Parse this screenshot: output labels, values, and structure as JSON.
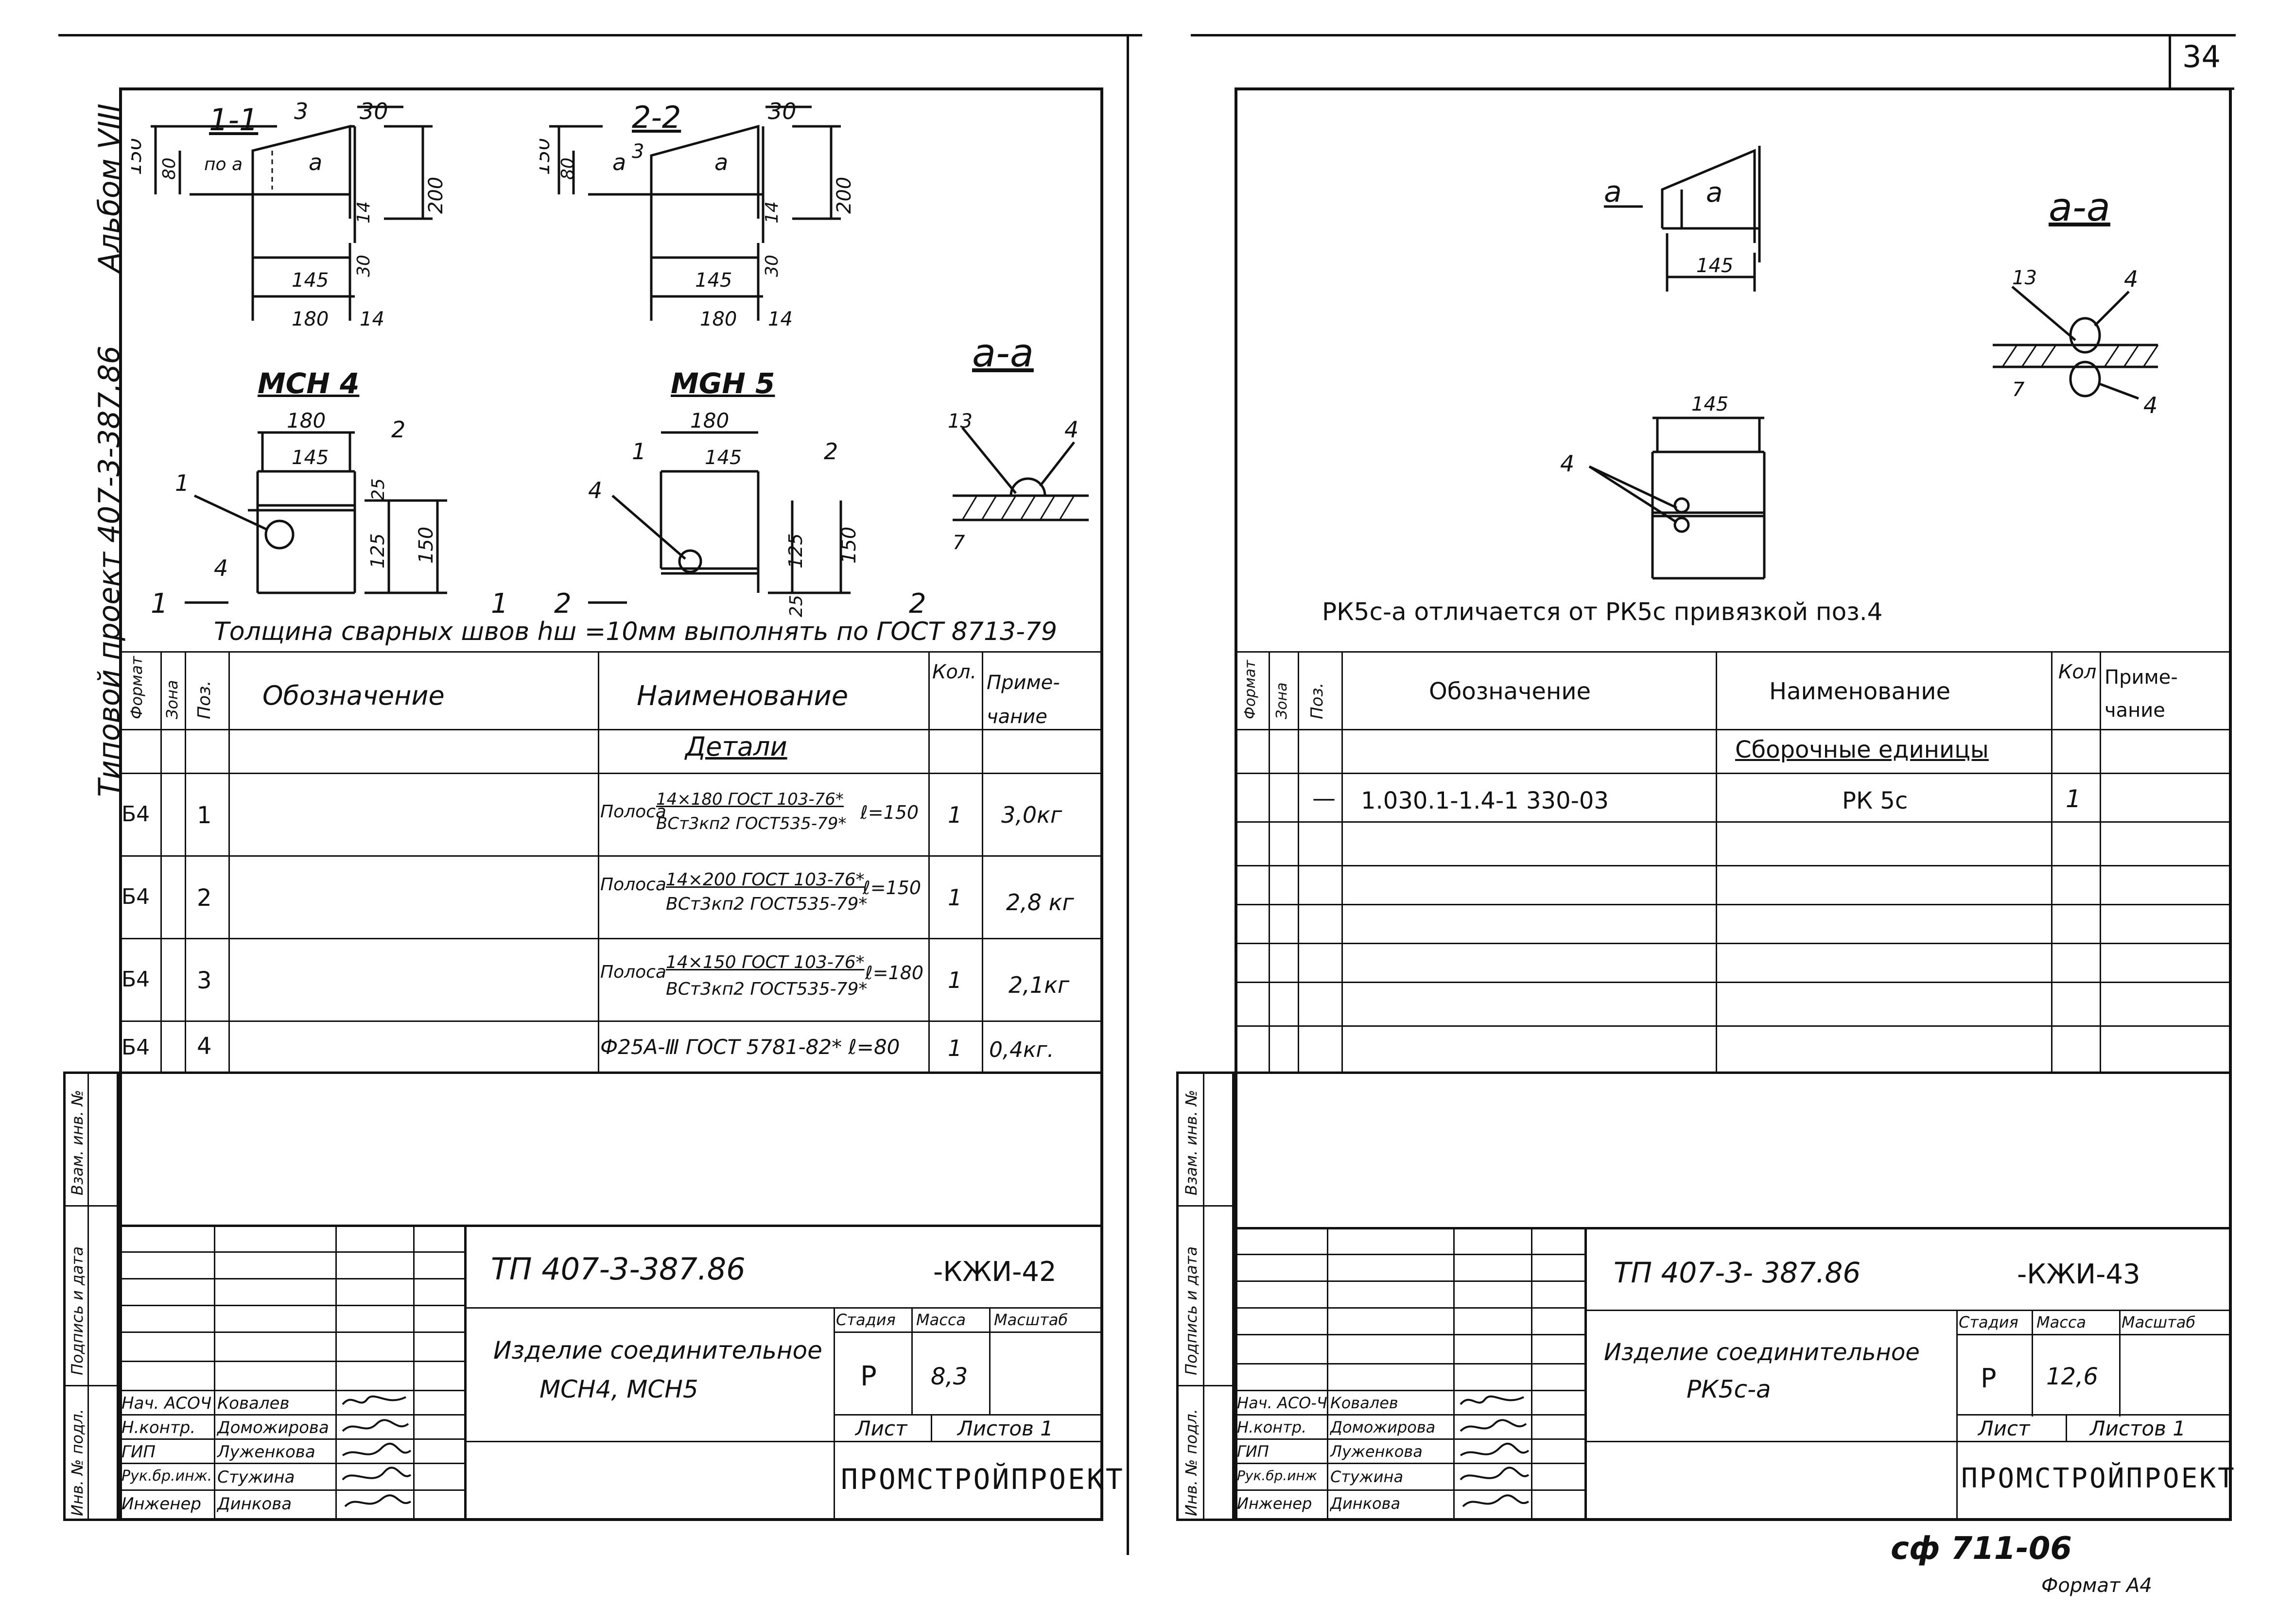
{
  "page_number": "34",
  "left": {
    "album_label": "Альбом VIII",
    "project_label": "Типовой проект 407-3-387.86",
    "section_1_1": "1-1",
    "section_2_2": "2-2",
    "mgn4_title": "МСН 4",
    "mgn5_title": "МGН 5",
    "aa_title": "а-а",
    "dims": {
      "d30": "30",
      "d3": "3",
      "d150": "150",
      "d80": "80",
      "pa": "по а",
      "a": "а",
      "d200": "200",
      "d14": "14",
      "d145": "145",
      "d180": "180",
      "d25": "25",
      "d125": "125",
      "d1": "1",
      "d2": "2",
      "d4": "4",
      "d13": "13",
      "d7": "7"
    },
    "weld_note": "Толщина сварных швов hш =10мм выполнять по ГОСТ 8713-79",
    "table": {
      "headers": [
        "Формат",
        "Зона",
        "Поз.",
        "Обозначение",
        "Наименование",
        "Кол.",
        "Приме-чание"
      ],
      "section_title": "Детали",
      "rows": [
        {
          "format": "Б4",
          "pos": "1",
          "name_top": "14×180 ГОСТ 103-76*",
          "name_prefix": "Полоса",
          "name_bottom": "ВСт3кп2 ГОСТ535-79*",
          "length": "ℓ=150",
          "qty": "1",
          "note": "3,0кг"
        },
        {
          "format": "Б4",
          "pos": "2",
          "name_top": "14×200 ГОСТ 103-76*",
          "name_prefix": "Полоса",
          "name_bottom": "ВСт3кп2 ГОСТ535-79*",
          "length": "ℓ=150",
          "qty": "1",
          "note": "2,8 кг"
        },
        {
          "format": "Б4",
          "pos": "3",
          "name_top": "14×150 ГОСТ 103-76*",
          "name_prefix": "Полоса",
          "name_bottom": "ВСт3кп2 ГОСТ535-79*",
          "length": "ℓ=180",
          "qty": "1",
          "note": "2,1кг"
        },
        {
          "format": "Б4",
          "pos": "4",
          "name_full": "Ф25А-Ⅲ ГОСТ 5781-82*  ℓ=80",
          "qty": "1",
          "note": "0,4кг."
        }
      ]
    },
    "side_labels": [
      "Взам. инв. №",
      "Подпись и дата",
      "Инв. № подл."
    ],
    "stamp": {
      "code": "ТП 407-3-387.86",
      "sheet_code": "-КЖИ-42",
      "title_line1": "Изделие соединительное",
      "title_line2": "МСН4, МСН5",
      "stage_label": "Стадия",
      "mass_label": "Масса",
      "scale_label": "Масштаб",
      "stage": "Р",
      "mass": "8,3",
      "sheet_label": "Лист",
      "sheets_label": "Листов 1",
      "org": "ПРОМСТРОЙПРОЕКТ",
      "people": [
        {
          "role": "Нач. АСОЧ",
          "name": "Ковалев"
        },
        {
          "role": "Н.контр.",
          "name": "Доможирова"
        },
        {
          "role": "ГИП",
          "name": "Луженкова"
        },
        {
          "role": "Рук.бр.инж.",
          "name": "Стужина"
        },
        {
          "role": "Инженер",
          "name": "Динкова"
        }
      ]
    }
  },
  "right": {
    "aa_title": "а-а",
    "dims": {
      "a": "а",
      "d145": "145",
      "d13": "13",
      "d4": "4",
      "d7": "7"
    },
    "note": "РК5с-а отличается от РК5с привязкой поз.4",
    "table": {
      "headers": [
        "Формат",
        "Зона",
        "Поз.",
        "Обозначение",
        "Наименование",
        "Кол",
        "Приме-чание"
      ],
      "section_title": "Сборочные единицы",
      "row": {
        "pos": "—",
        "designation": "1.030.1-1.4-1  330-03",
        "name": "РК 5с",
        "qty": "1"
      }
    },
    "side_labels": [
      "Взам. инв. №",
      "Подпись и дата",
      "Инв. № подл."
    ],
    "stamp": {
      "code": "ТП 407-3- 387.86",
      "sheet_code": "-КЖИ-43",
      "title_line1": "Изделие соединительное",
      "title_line2": "РК5с-а",
      "stage_label": "Стадия",
      "mass_label": "Масса",
      "scale_label": "Масштаб",
      "stage": "Р",
      "mass": "12,6",
      "sheet_label": "Лист",
      "sheets_label": "Листов 1",
      "org": "ПРОМСТРОЙПРОЕКТ",
      "people": [
        {
          "role": "Нач. АСО-Ч",
          "name": "Ковалев"
        },
        {
          "role": "Н.контр.",
          "name": "Доможирова"
        },
        {
          "role": "ГИП",
          "name": "Луженкова"
        },
        {
          "role": "Рук.бр.инж",
          "name": "Стужина"
        },
        {
          "role": "Инженер",
          "name": "Динкова"
        }
      ]
    }
  },
  "footer_mark": "сф 711-06",
  "format_mark": "Формат А4"
}
